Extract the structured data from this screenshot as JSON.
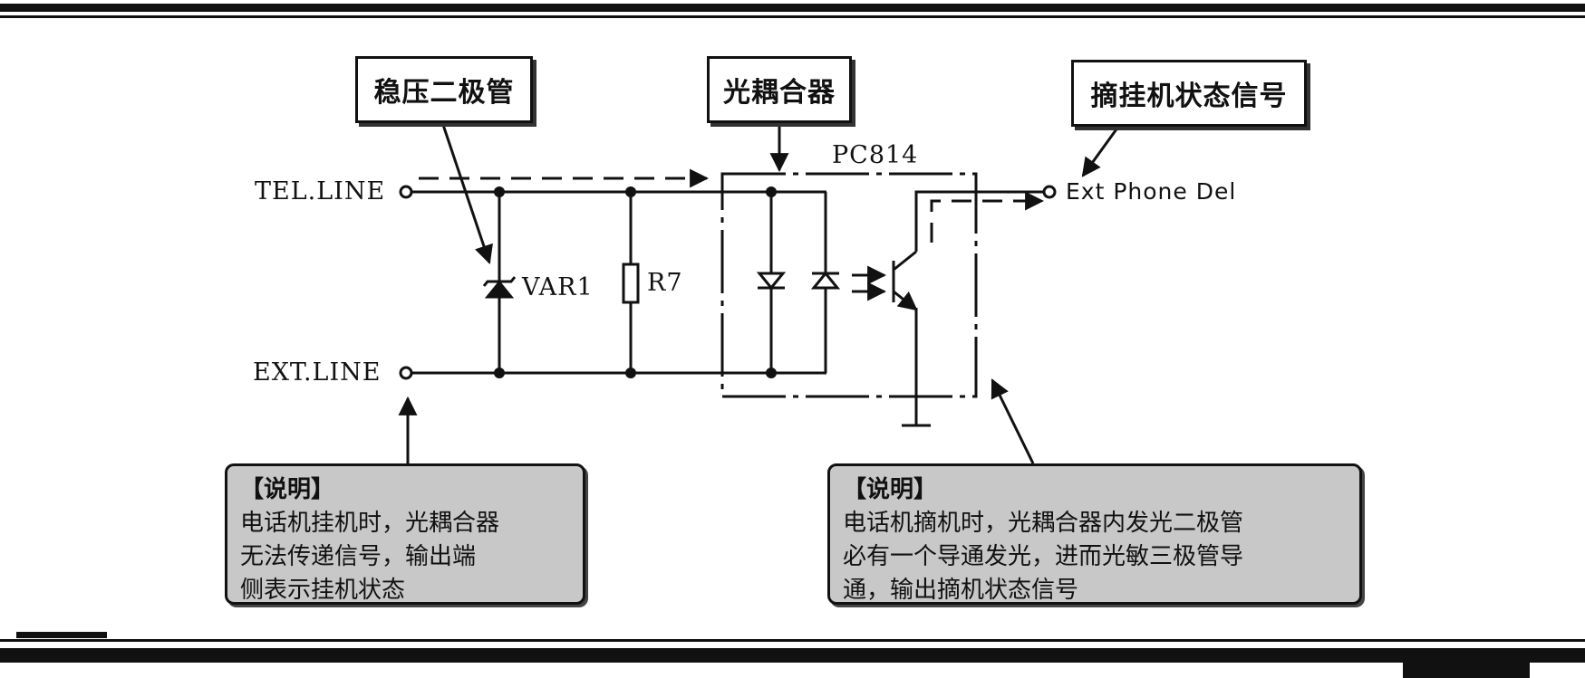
{
  "callouts": {
    "zener": "稳压二极管",
    "optocoupler": "光耦合器",
    "hook_signal": "摘挂机状态信号"
  },
  "circuit": {
    "tel_line": "TEL.LINE",
    "ext_line": "EXT.LINE",
    "ext_phone_det": "Ext Phone Del",
    "var1": "VAR1",
    "r7": "R7",
    "pc814": "PC814"
  },
  "notes": {
    "left": {
      "title": "【说明】",
      "lines": [
        "电话机挂机时，光耦合器",
        "无法传递信号，输出端",
        "侧表示挂机状态"
      ]
    },
    "right": {
      "title": "【说明】",
      "lines": [
        "电话机摘机时，光耦合器内发光二极管",
        "必有一个导通发光，进而光敏三极管导",
        "通，输出摘机状态信号"
      ]
    }
  }
}
